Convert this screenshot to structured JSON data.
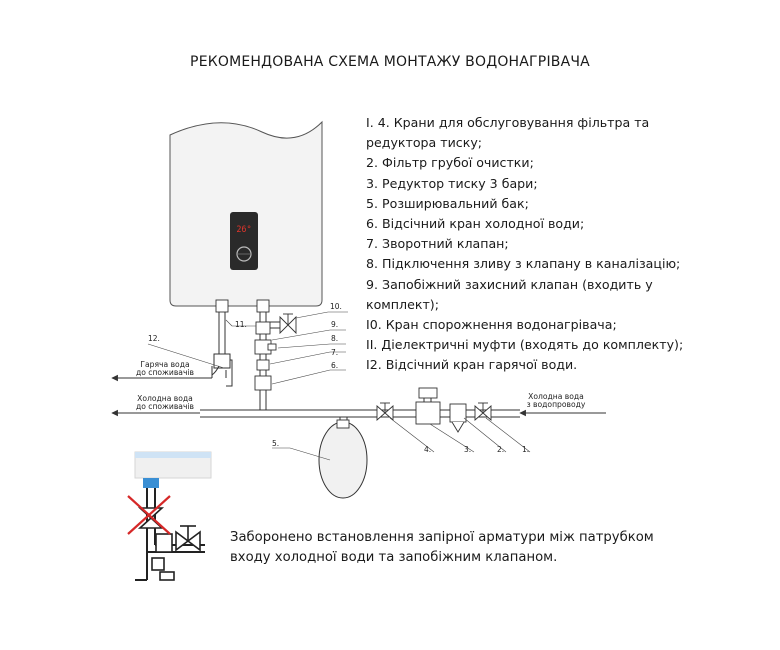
{
  "title": "РЕКОМЕНДОВАНА СХЕМА МОНТАЖУ ВОДОНАГРІВАЧА",
  "legend": [
    "I. 4. Крани для обслуговування фільтра та",
    "редуктора тиску;",
    "2. Фільтр грубої очистки;",
    "3. Редуктор тиску 3 бари;",
    "5. Розширювальний бак;",
    "6. Відсічний кран холодної води;",
    "7. Зворотний клапан;",
    "8. Підключення зливу з клапану в каналізацію;",
    "9. Запобіжний захисний клапан (входить у",
    "комплект);",
    "I0. Кран спорожнення водонагрівача;",
    "II. Діелектричні муфти (входять до комплекту);",
    "I2. Відсічний кран гарячої води."
  ],
  "heater_display": "26°",
  "labels": {
    "n1": "1.",
    "n2": "2.",
    "n3": "3.",
    "n4": "4.",
    "n5": "5.",
    "n6": "6.",
    "n7": "7.",
    "n8": "8.",
    "n9": "9.",
    "n10": "10.",
    "n11": "11.",
    "n12": "12."
  },
  "flows": {
    "hot_line1": "Гаряча вода",
    "hot_line2": "до споживачів",
    "cold_out_line1": "Холодна вода",
    "cold_out_line2": "до споживачів",
    "cold_in_line1": "Холодна вода",
    "cold_in_line2": "з водопроводу"
  },
  "warning_line1": "Заборонено встановлення запірної арматури між патрубком",
  "warning_line2": "входу холодної води та запобіжним клапаном.",
  "colors": {
    "line": "#333333",
    "heater_fill": "#f3f3f3",
    "panel": "#2a2a2a",
    "display": "#e0352b",
    "prohibit": "#d62828"
  }
}
